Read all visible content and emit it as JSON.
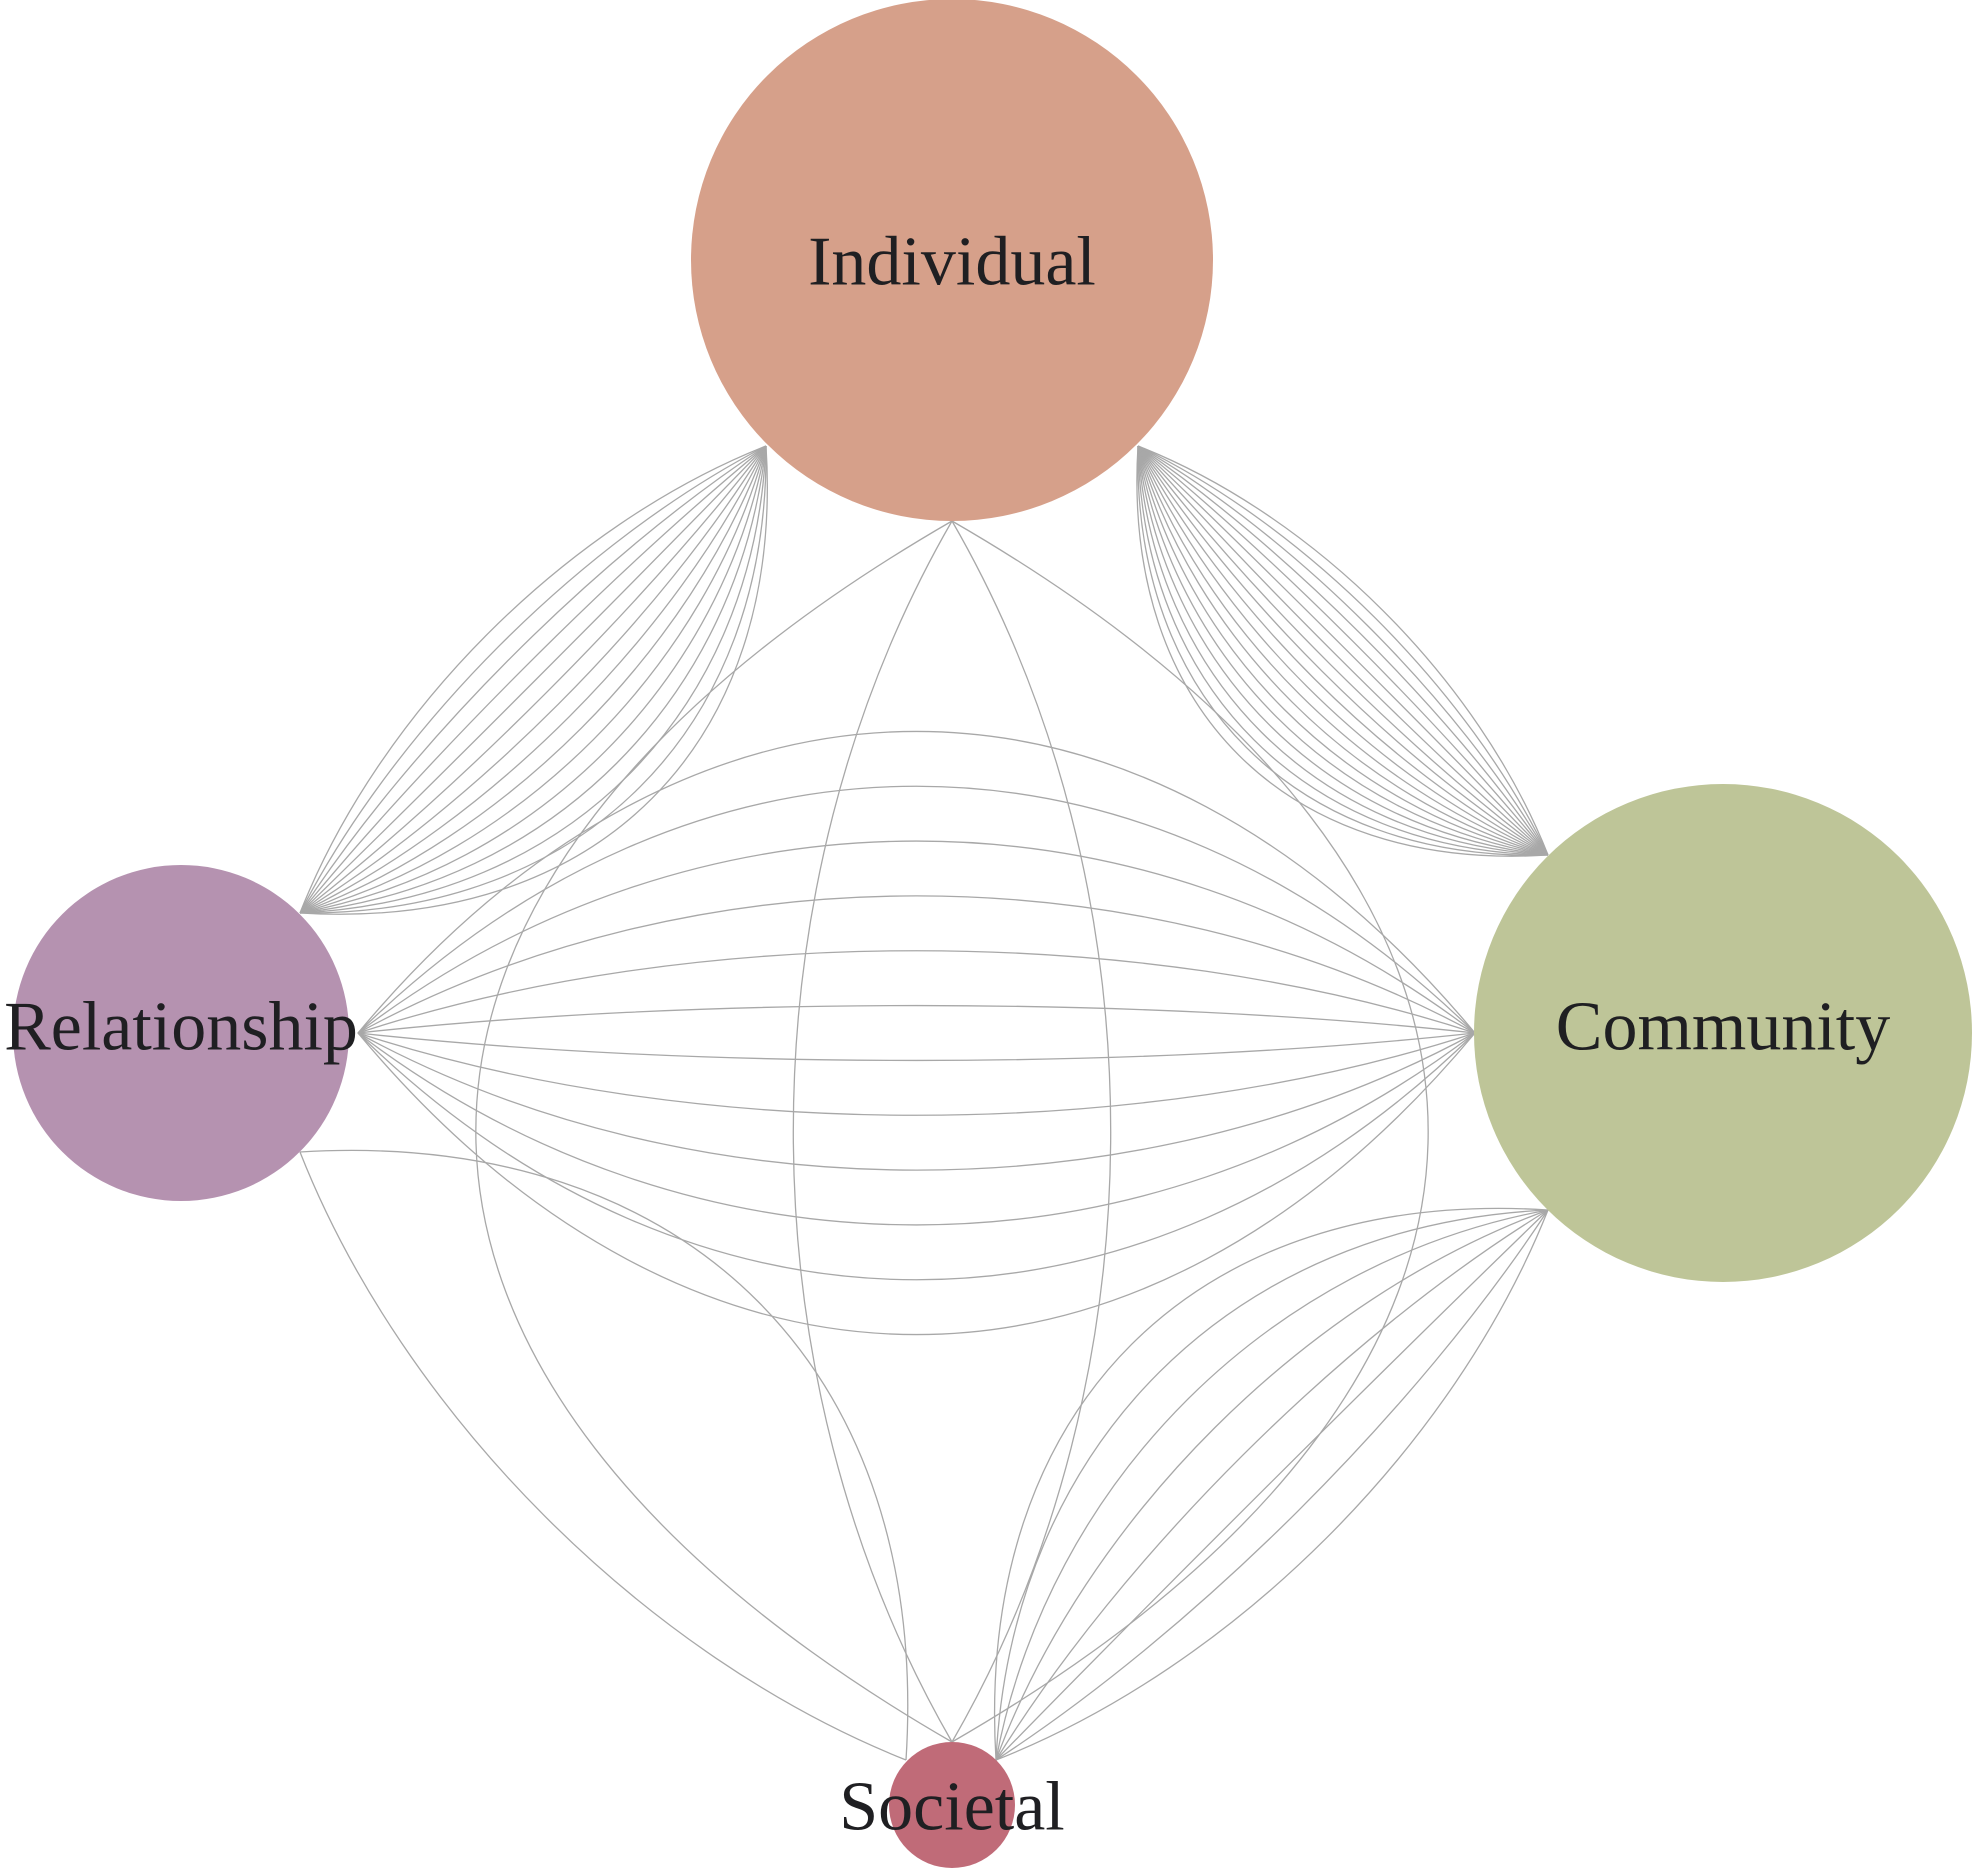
{
  "diagram": {
    "nodes": [
      {
        "id": "individual",
        "label": "Individual",
        "color": "#d6a08a"
      },
      {
        "id": "relationship",
        "label": "Relationship",
        "color": "#b592b0"
      },
      {
        "id": "community",
        "label": "Community",
        "color": "#bec598"
      },
      {
        "id": "societal",
        "label": "Societal",
        "color": "#c06b78"
      }
    ],
    "edge_color": "#a8a8a8",
    "edges": [
      {
        "from": "individual",
        "to": "relationship",
        "count": 15
      },
      {
        "from": "individual",
        "to": "community",
        "count": 20
      },
      {
        "from": "individual",
        "to": "societal",
        "count": 4
      },
      {
        "from": "relationship",
        "to": "community",
        "count": 12
      },
      {
        "from": "relationship",
        "to": "societal",
        "count": 2
      },
      {
        "from": "community",
        "to": "societal",
        "count": 8
      }
    ]
  }
}
